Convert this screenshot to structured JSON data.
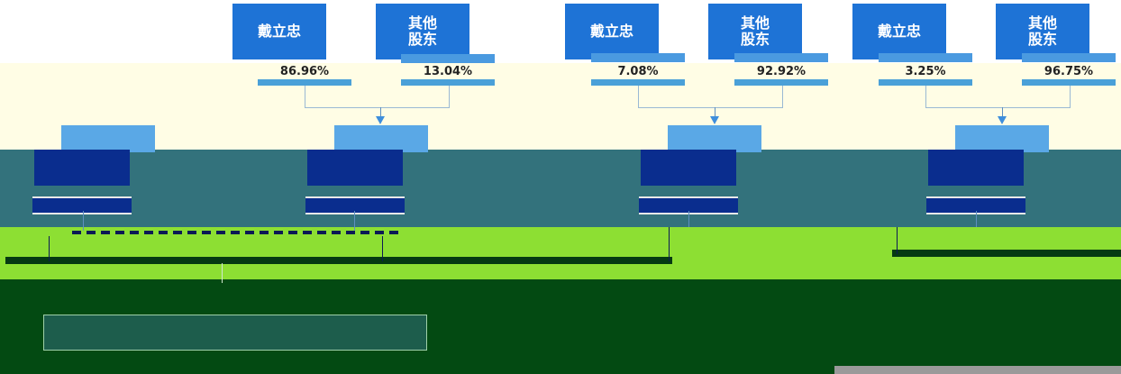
{
  "shareholder_groups": [
    {
      "holder_a": "戴立忠",
      "holder_b": [
        "其他",
        "股东"
      ],
      "pct_a": "86.96%",
      "pct_b": "13.04%"
    },
    {
      "holder_a": "戴立忠",
      "holder_b": [
        "其他",
        "股东"
      ],
      "pct_a": "7.08%",
      "pct_b": "92.92%"
    },
    {
      "holder_a": "戴立忠",
      "holder_b": [
        "其他",
        "股东"
      ],
      "pct_a": "3.25%",
      "pct_b": "96.75%"
    }
  ],
  "colors": {
    "holder_box": "#1e73d6",
    "company_box": "#0a2d8e",
    "cream_band": "#fffde5",
    "teal_band": "#33727c",
    "lime_band": "#8ddf33",
    "dark_band": "#034a12"
  }
}
